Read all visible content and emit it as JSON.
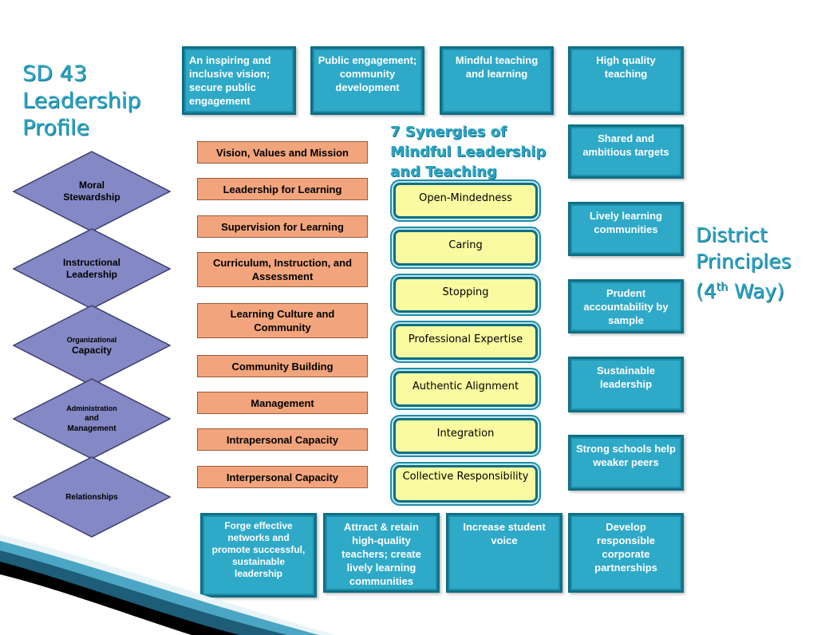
{
  "titles": {
    "left": [
      "SD 43",
      "Leadership",
      "Profile"
    ],
    "synergies": [
      "7 Synergies of",
      "Mindful Leadership",
      "and Teaching"
    ],
    "right_line1": "District",
    "right_line2": "Principles",
    "right_line3_pre": "(4",
    "right_line3_sup": "th",
    "right_line3_post": " Way)"
  },
  "top_boxes": [
    "An inspiring and inclusive vision; secure public engagement",
    "Public engagement; community development",
    "Mindful teaching and learning",
    "High quality teaching"
  ],
  "right_boxes": [
    "Shared and ambitious targets",
    "Lively learning communities",
    "Prudent accountability by sample",
    "Sustainable leadership",
    "Strong schools help weaker peers"
  ],
  "bottom_boxes": [
    "Forge effective networks and promote successful, sustainable leadership",
    "Attract & retain high-quality teachers; create lively learning communities",
    "Increase student voice",
    "Develop responsible corporate partnerships"
  ],
  "orange_items": [
    "Vision, Values and Mission",
    "Leadership for Learning",
    "Supervision for Learning",
    "Curriculum, Instruction, and Assessment",
    "Learning Culture and Community",
    "Community Building",
    "Management",
    "Intrapersonal Capacity",
    "Interpersonal Capacity"
  ],
  "synergies": [
    "Open-Mindedness",
    "Caring",
    "Stopping",
    "Professional Expertise",
    "Authentic Alignment",
    "Integration",
    "Collective Responsibility"
  ],
  "diamonds": {
    "moral": [
      "Moral",
      "Stewardship"
    ],
    "instructional": [
      "Instructional",
      "Leadership"
    ],
    "organizational": [
      "Organizational",
      "Capacity"
    ],
    "administration": [
      "Administration",
      "and",
      "Management"
    ],
    "relationships": "Relationships"
  },
  "colors": {
    "teal": "#2fa9c8",
    "orange": "#f2a57c",
    "yellow": "#fafaa0",
    "diamond": "#8488c4",
    "title": "#2aa6c6"
  }
}
